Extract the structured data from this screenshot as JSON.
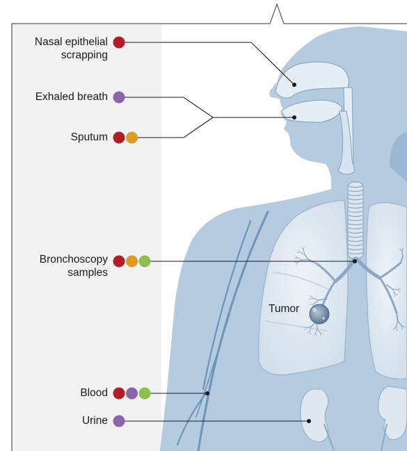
{
  "colors": {
    "red": "#b21e27",
    "orange": "#dc9b25",
    "green": "#8cbf4d",
    "purple": "#8c64aa",
    "body_fill": "#b4cbe0",
    "body_dark": "#6f93b6",
    "lung_fill": "#dde7f0",
    "panel_bg": "#f2f2f2"
  },
  "samples": [
    {
      "id": "nasal",
      "lines": [
        "Nasal epithelial",
        "scrapping"
      ],
      "dots": [
        "red"
      ]
    },
    {
      "id": "breath",
      "lines": [
        "Exhaled breath"
      ],
      "dots": [
        "purple"
      ]
    },
    {
      "id": "sputum",
      "lines": [
        "Sputum"
      ],
      "dots": [
        "red",
        "orange"
      ]
    },
    {
      "id": "bronch",
      "lines": [
        "Bronchoscopy",
        "samples"
      ],
      "dots": [
        "red",
        "orange",
        "green"
      ]
    },
    {
      "id": "blood",
      "lines": [
        "Blood"
      ],
      "dots": [
        "red",
        "purple",
        "green"
      ]
    },
    {
      "id": "urine",
      "lines": [
        "Urine"
      ],
      "dots": [
        "purple"
      ]
    }
  ],
  "tumor_label": "Tumor"
}
